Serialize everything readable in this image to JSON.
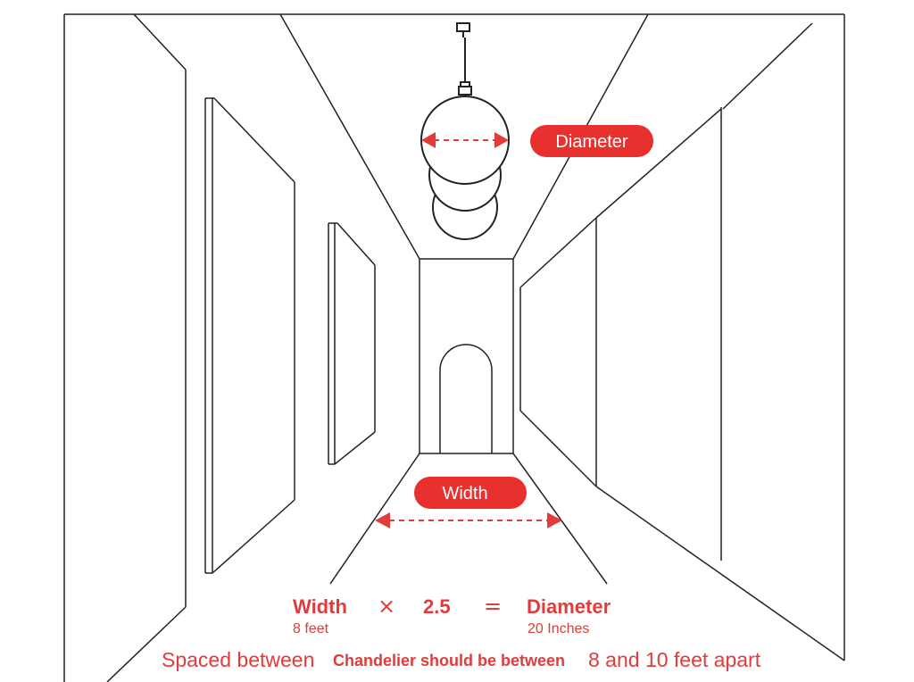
{
  "colors": {
    "line": "#222222",
    "accent": "#e23b3b",
    "pill": "#e8302f"
  },
  "labels": {
    "diameter_pill": "Diameter",
    "width_pill": "Width"
  },
  "formula": {
    "width_label": "Width",
    "width_value": "8 feet",
    "times": "×",
    "factor": "2.5",
    "equals": "=",
    "diameter_label": "Diameter",
    "diameter_value": "20 Inches"
  },
  "caption": {
    "prefix": "Spaced between ",
    "middle": "Chandelier should be between ",
    "suffix": "8 and 10 feet apart"
  },
  "icons": [
    "chandelier-icon",
    "double-arrow-icon"
  ]
}
